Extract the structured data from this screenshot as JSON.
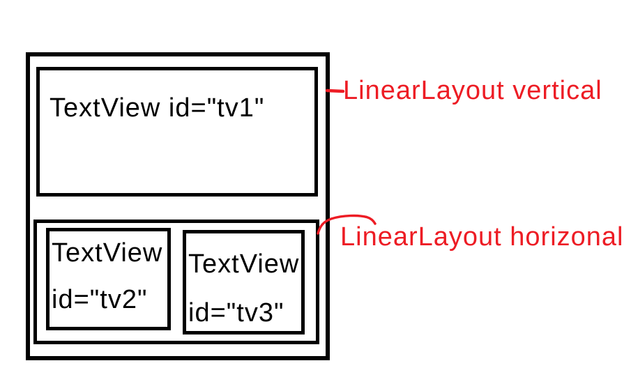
{
  "colors": {
    "background": "#ffffff",
    "line": "#000000",
    "annotation": "#ed1c24"
  },
  "diagram": {
    "outer_layout": {
      "annotation_label": "LinearLayout vertical"
    },
    "inner_layout": {
      "annotation_label": "LinearLayout horizonal"
    },
    "tv1": {
      "label": "TextView id=\"tv1\""
    },
    "tv2": {
      "line1": "TextView",
      "line2": "id=\"tv2\""
    },
    "tv3": {
      "line1": "TextView",
      "line2": "id=\"tv3\""
    }
  }
}
